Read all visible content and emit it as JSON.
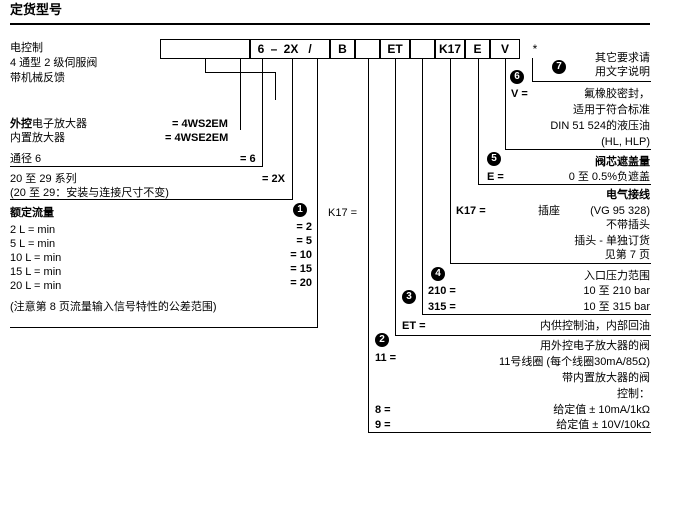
{
  "header": {
    "title": "定货型号"
  },
  "code_boxes": [
    "6",
    "–",
    "2X",
    "/",
    "B",
    "ET",
    "K17",
    "E",
    "V",
    "*"
  ],
  "left": {
    "elec_1": "电控制",
    "elec_2": "4 通型 2 级伺服阀",
    "elec_3": "带机械反馈",
    "amp_ext_label_bold": "外控",
    "amp_ext_label_rest": "电子放大器",
    "amp_ext_code": "= 4WS2EM",
    "amp_int_label": "内置放大器",
    "amp_int_code": "= 4WSE2EM",
    "size_label": "通径 6",
    "size_code": "= 6",
    "series_label": "20 至 29 系列",
    "series_code": "= 2X",
    "series_note": "(20 至 29：安装与连接尺寸不变)",
    "flow_title": "额定流量",
    "flow_rows": [
      {
        "label": "2 L = min",
        "code": "= 2"
      },
      {
        "label": "5 L = min",
        "code": "= 5"
      },
      {
        "label": "10 L = min",
        "code": "= 10"
      },
      {
        "label": "15 L = min",
        "code": "= 15"
      },
      {
        "label": "20 L = min",
        "code": "= 20"
      }
    ],
    "flow_note": "(注意第 8 页流量输入信号特性的公差范围)",
    "k17_left": "K17 ="
  },
  "right": {
    "opt7_1": "其它要求请",
    "opt7_2": "用文字说明",
    "seal_code": "V =",
    "seal_1": "氟橡胶密封，",
    "seal_2": "适用于符合标准",
    "seal_3": "DIN 51 524的液压油",
    "seal_4": "(HL, HLP)",
    "spool_title": "阀芯遮盖量",
    "spool_code": "E =",
    "spool_desc": "0 至 0.5%负遮盖",
    "conn_title": "电气接线",
    "conn_code": "K17 =",
    "conn_1": "插座",
    "conn_1b": "(VG 95 328)",
    "conn_2": "不带插头",
    "conn_3": "插头 - 单独订货",
    "conn_4": "见第 7 页",
    "press_title": "入口压力范围",
    "press_rows": [
      {
        "code": "210 =",
        "desc": "10 至 210 bar"
      },
      {
        "code": "315 =",
        "desc": "10 至 315 bar"
      }
    ],
    "pilot_code": "ET =",
    "pilot_desc": "内供控制油，内部回油",
    "amp_1": "用外控电子放大器的阀",
    "amp_1_code": "11 =",
    "amp_2": "11号线圈 (每个线圈30mA/85Ω)",
    "amp_3": "带内置放大器的阀",
    "amp_4": "控制：",
    "amp_rows": [
      {
        "code": "8 =",
        "desc": "给定值 ± 10mA/1kΩ"
      },
      {
        "code": "9 =",
        "desc": "给定值 ± 10V/10kΩ"
      }
    ]
  },
  "markers": [
    "1",
    "2",
    "3",
    "4",
    "5",
    "6",
    "7"
  ]
}
